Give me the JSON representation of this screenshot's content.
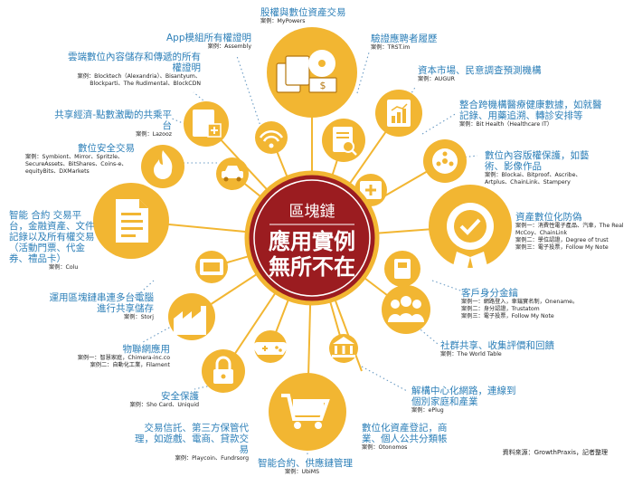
{
  "center": {
    "top": "區塊鏈",
    "main": "應用實例",
    "sub": "無所不在"
  },
  "labels": {
    "equity": {
      "title": "股權與數位資產交易",
      "case": "案例：MyPowers"
    },
    "app": {
      "title": "App模組所有權證明",
      "case": "案例：Assembly"
    },
    "storage": {
      "title": "雲端數位內容儲存和傳遞的所有權證明",
      "case": "案例：Blocktech（Alexandria）、Bisantyum、Blockparti、The Rudimental、BlockCDN"
    },
    "sharing": {
      "title": "共享經濟-點數激勵的共乘平台",
      "case": "案例：Lazooz"
    },
    "security": {
      "title": "數位安全交易",
      "case": "案例：Symbiont、Mirror、Spritzle、SecureAssets、BitShares、Coins-e、equityBits、DXMarkets"
    },
    "smart_trade": {
      "title": "智能 合約 交易平台，金融資產、文件記錄以及所有權交易（活動門票、代金券、禮品卡）",
      "case": "案例：Colu"
    },
    "cloud": {
      "title": "運用區塊鏈串連多台電腦進行共享儲存",
      "case": "案例：Storj"
    },
    "iot": {
      "title": "物聯網應用",
      "case1": "案例一：智慧家庭，Chimera-inc.co",
      "case2": "案例二：自動化工業，Filament"
    },
    "safety": {
      "title": "安全保護",
      "case": "案例：Sho Card、Uniquid"
    },
    "credit": {
      "title": "交易信託、第三方保管代理，如遊戲、電商、貸款交易",
      "case": "案例：Playcoin、Fundrsorg"
    },
    "supply": {
      "title": "智能合約、供應鏈管理",
      "case": "案例：UbiMS"
    },
    "registry": {
      "title": "數位化資產登記，商業、個人公共分類帳",
      "case": "案例：Otonomos"
    },
    "decentral": {
      "title": "解構中心化網路，連線到個別家庭和產業",
      "case": "案例：ePlug"
    },
    "community": {
      "title": "社群共享、收集評價和回饋",
      "case": "案例：The World Table"
    },
    "identity": {
      "title": "客戶身分金鑰",
      "case1": "案例一：網路登入，車鑰實名制，Onename。",
      "case2": "案例二：身分認證，Trustatom",
      "case3": "案例三：電子投票，Follow My Note"
    },
    "anticounterfeit": {
      "title": "資產數位化防偽",
      "case1": "案例一：消費性電子產品、汽車，The Real McCoy、ChainLink",
      "case2": "案例二：學位認證，Degree of trust",
      "case3": "案例三：電子投票，Follow My Note"
    },
    "copyright": {
      "title": "數位內容版權保護，如藝術、影像作品",
      "case": "案例：Blockai、Bitproof、Ascribe、Artplus、ChainLink、Stampery"
    },
    "medical": {
      "title": "整合跨機構醫療健康數據，如就醫記錄、用藥追溯、轉診安排等",
      "case": "案例：Bit Health（Healthcare IT）"
    },
    "market": {
      "title": "資本市場、民意調查預測機構",
      "case": "案例：AUGUR"
    },
    "resume": {
      "title": "驗證應聘者履歷",
      "case": "案例：TRST.im"
    }
  },
  "source": "資料來源：GrowthPraxis，記者整理",
  "colors": {
    "accent": "#f2b632",
    "center": "#9b1c20",
    "title": "#2c7fb8"
  }
}
